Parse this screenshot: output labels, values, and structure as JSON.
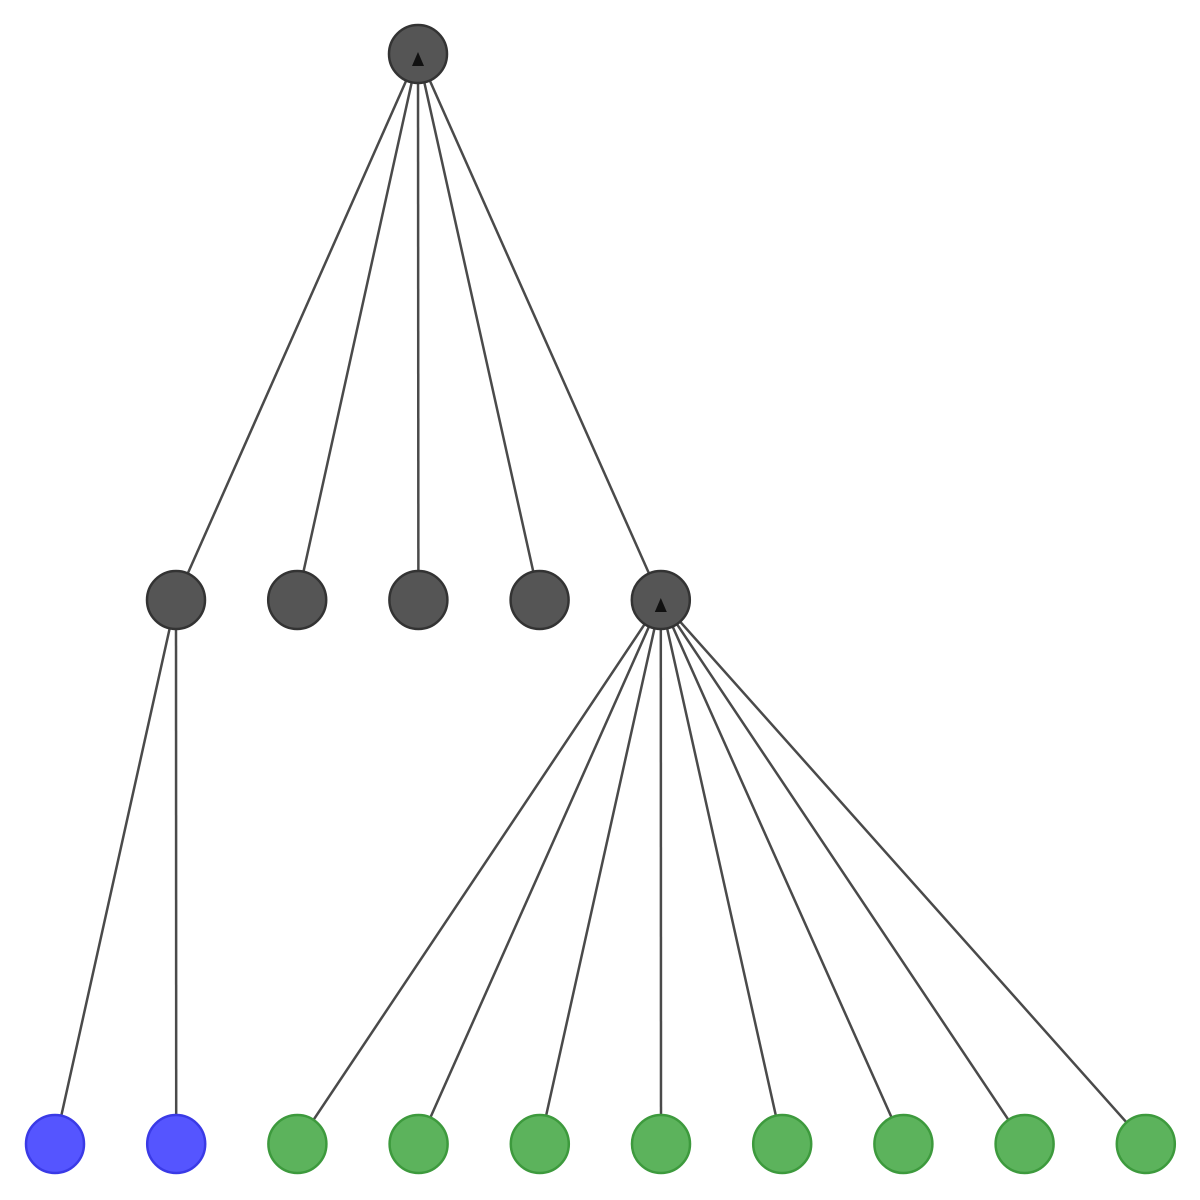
{
  "colors": {
    "background": "#ffffff",
    "edge": "#4a4a4a",
    "internal_fill": "#555555",
    "internal_stroke": "#333333",
    "group_a_fill": "#5555ff",
    "group_a_stroke": "#3a3ae6",
    "group_b_fill": "#5cb35c",
    "group_b_stroke": "#3d9a3d"
  },
  "tree": {
    "root": {
      "id": "n0",
      "kind": "internal"
    },
    "levels": [
      [
        "n0"
      ],
      [
        "n1",
        "n2",
        "n3",
        "n4",
        "n5"
      ],
      [
        "n6",
        "n7",
        "n8",
        "n9",
        "n10",
        "n11",
        "n12",
        "n13",
        "n14",
        "n15"
      ]
    ],
    "nodes": {
      "n0": {
        "kind": "internal"
      },
      "n1": {
        "kind": "internal"
      },
      "n2": {
        "kind": "internal"
      },
      "n3": {
        "kind": "internal"
      },
      "n4": {
        "kind": "internal"
      },
      "n5": {
        "kind": "internal"
      },
      "n6": {
        "kind": "group_a"
      },
      "n7": {
        "kind": "group_a"
      },
      "n8": {
        "kind": "group_b"
      },
      "n9": {
        "kind": "group_b"
      },
      "n10": {
        "kind": "group_b"
      },
      "n11": {
        "kind": "group_b"
      },
      "n12": {
        "kind": "group_b"
      },
      "n13": {
        "kind": "group_b"
      },
      "n14": {
        "kind": "group_b"
      },
      "n15": {
        "kind": "group_b"
      }
    },
    "edges": [
      [
        "n0",
        "n1"
      ],
      [
        "n0",
        "n2"
      ],
      [
        "n0",
        "n3"
      ],
      [
        "n0",
        "n4"
      ],
      [
        "n0",
        "n5"
      ],
      [
        "n1",
        "n6"
      ],
      [
        "n1",
        "n7"
      ],
      [
        "n5",
        "n8"
      ],
      [
        "n5",
        "n9"
      ],
      [
        "n5",
        "n10"
      ],
      [
        "n5",
        "n11"
      ],
      [
        "n5",
        "n12"
      ],
      [
        "n5",
        "n13"
      ],
      [
        "n5",
        "n14"
      ],
      [
        "n5",
        "n15"
      ]
    ]
  }
}
